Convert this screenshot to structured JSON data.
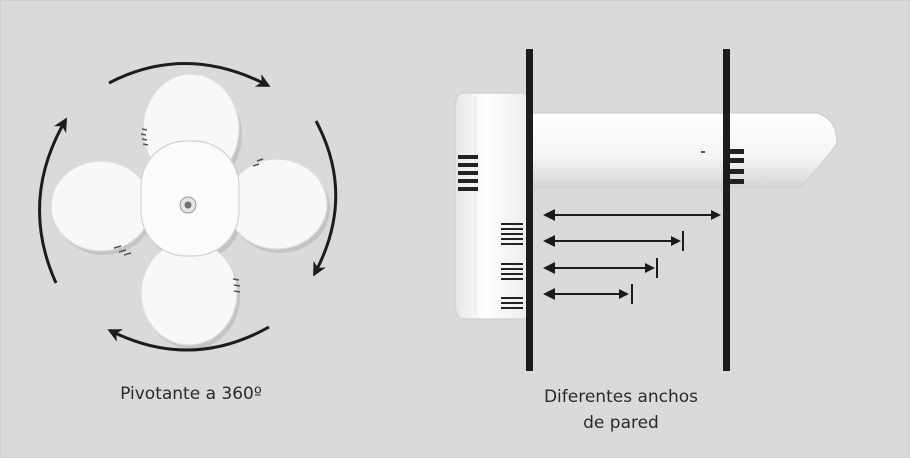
{
  "captions": {
    "rotation": "Pivotante a 360º",
    "wall_line1": "Diferentes anchos",
    "wall_line2": "de pared"
  },
  "colors": {
    "background": "#dadada",
    "device_white": "#f7f7f7",
    "device_shadow": "#c8c8c8",
    "line_dark": "#1c1c1c"
  }
}
